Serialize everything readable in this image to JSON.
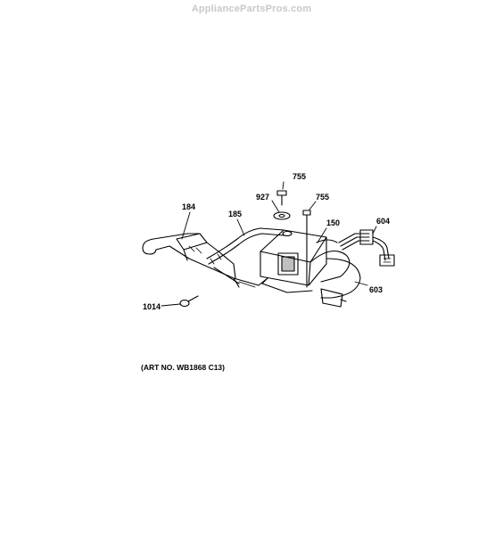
{
  "watermark": "AppliancePartsPros.com",
  "callouts": {
    "c755a": "755",
    "c927": "927",
    "c755b": "755",
    "c184": "184",
    "c185": "185",
    "c150": "150",
    "c604": "604",
    "c603": "603",
    "c1014": "1014"
  },
  "art_number": "(ART NO. WB1868 C13)"
}
